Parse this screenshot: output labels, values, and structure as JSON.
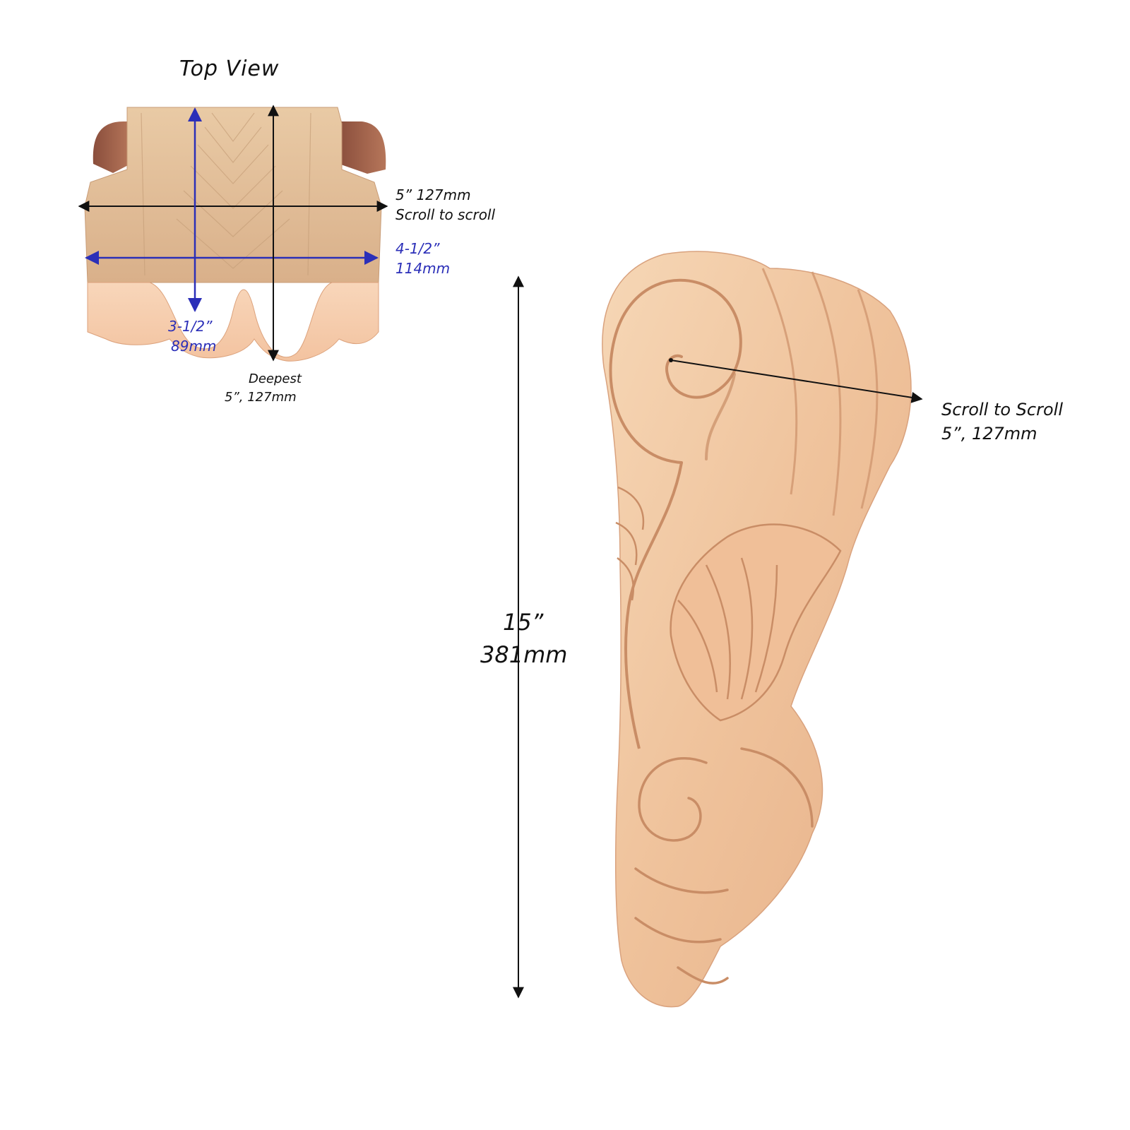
{
  "top_view": {
    "title": "Top View",
    "scroll_to_scroll": {
      "imperial": "5” 127mm",
      "label": "Scroll to scroll"
    },
    "inner_width": {
      "imperial": "4-1/2”",
      "metric": "114mm"
    },
    "depth_blue": {
      "imperial": "3-1/2”",
      "metric": "89mm"
    },
    "deepest": {
      "label": "Deepest",
      "value": "5”, 127mm"
    }
  },
  "side_view": {
    "scroll_to_scroll": {
      "label": "Scroll to Scroll",
      "value": "5”, 127mm"
    },
    "height": {
      "imperial": "15”",
      "metric": "381mm"
    }
  },
  "colors": {
    "wood_light": "#f2c8a3",
    "wood_dark": "#b5714f",
    "wood_end": "#8a4e3c",
    "dim_blue": "#2b2fb8",
    "dim_black": "#111111"
  }
}
